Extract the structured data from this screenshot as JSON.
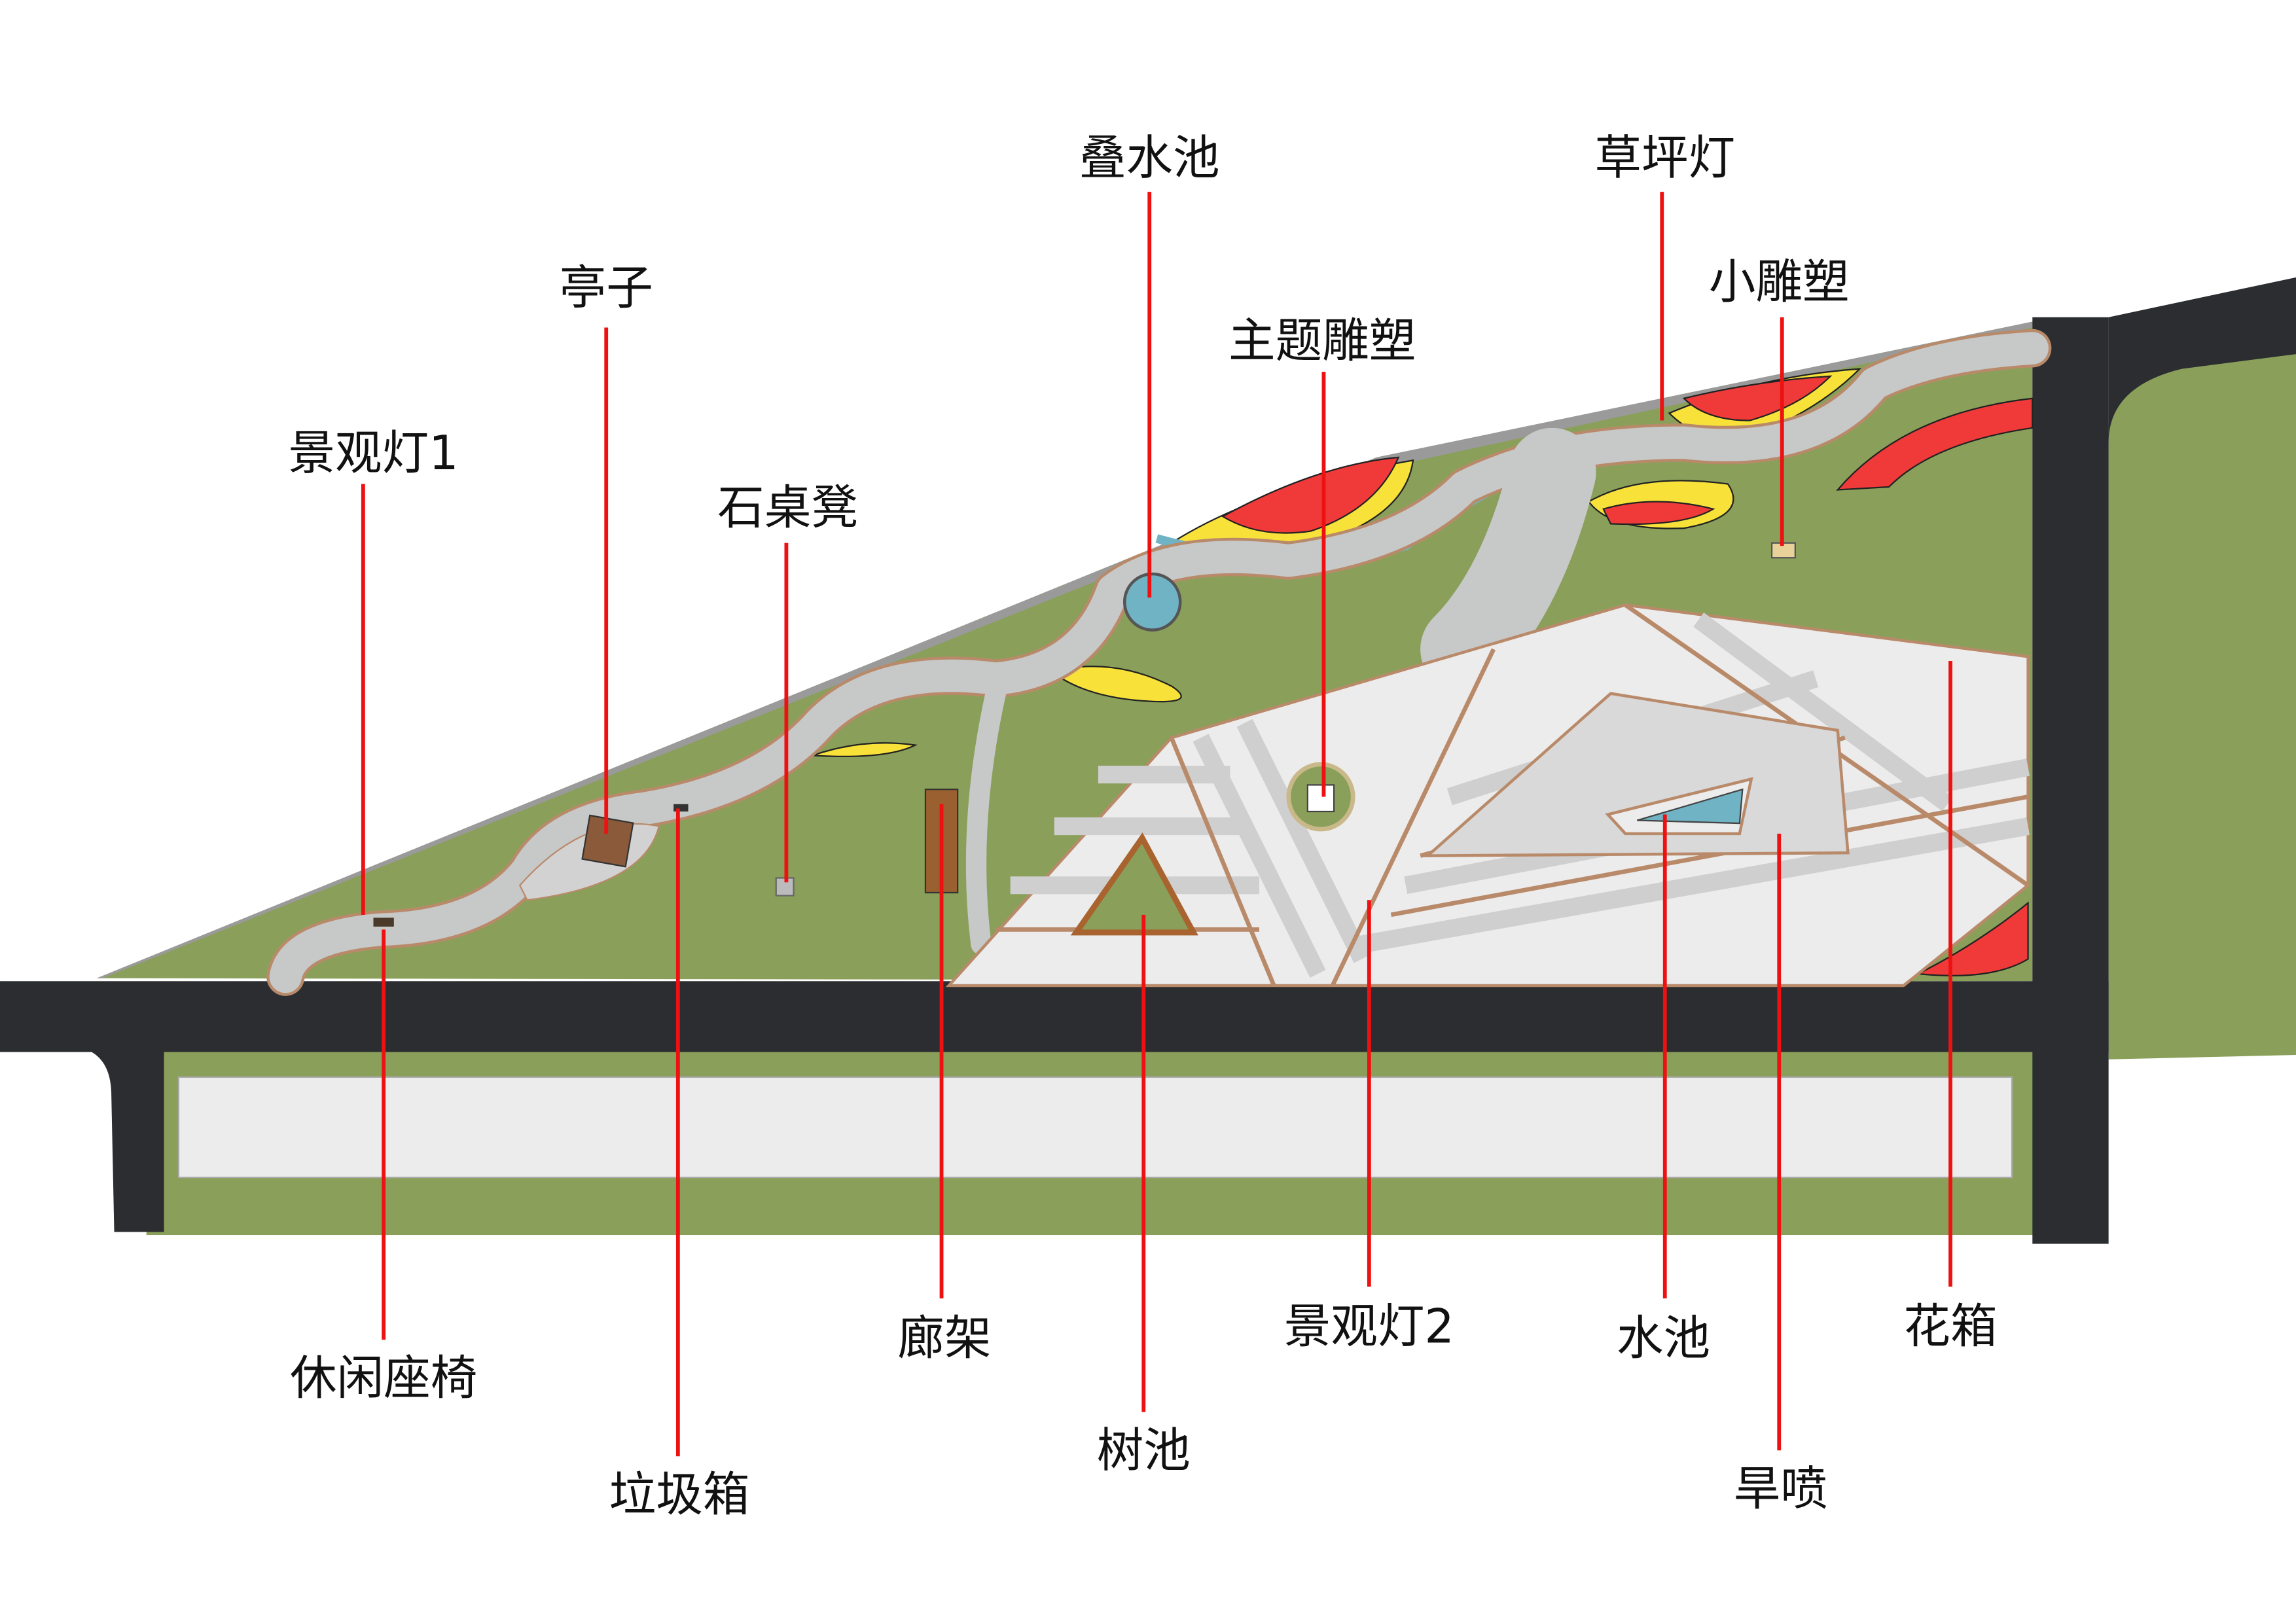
{
  "labels": {
    "landscape_light_1": "景观灯1",
    "pavilion": "亭子",
    "stone_table_bench": "石桌凳",
    "cascade_pool": "叠水池",
    "theme_sculpture": "主题雕塑",
    "lawn_light": "草坪灯",
    "small_sculpture": "小雕塑",
    "leisure_bench": "休闲座椅",
    "trash_bin": "垃圾箱",
    "pergola": "廊架",
    "tree_pool": "树池",
    "landscape_light_2": "景观灯2",
    "water_pool": "水池",
    "dry_fountain": "旱喷",
    "flower_box": "花箱"
  },
  "colors": {
    "road": "#2b2d30",
    "lawn": "#8aa05a",
    "path": "#c7c8c8",
    "edging": "#b98a6a",
    "flower_red": "#f03a3a",
    "flower_yellow": "#f8e23a",
    "water": "#6fb3c4",
    "leader": "#ee1111"
  }
}
